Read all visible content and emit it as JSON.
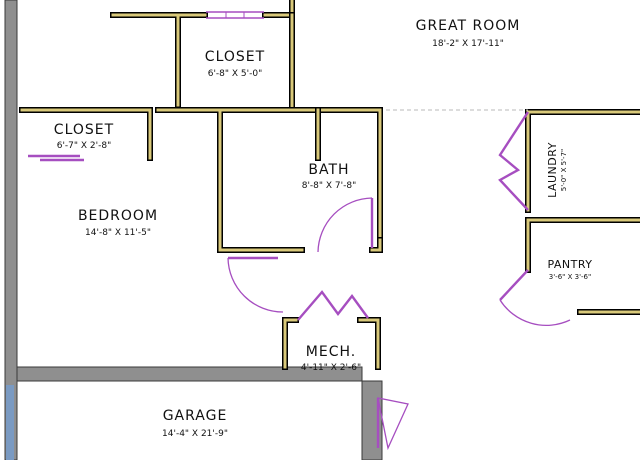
{
  "rooms": {
    "great_room": {
      "name": "GREAT ROOM",
      "dims": "18'-2\" X 17'-11\""
    },
    "closet_upper": {
      "name": "CLOSET",
      "dims": "6'-8\" X 5'-0\""
    },
    "closet_left": {
      "name": "CLOSET",
      "dims": "6'-7\" X 2'-8\""
    },
    "bath": {
      "name": "BATH",
      "dims": "8'-8\" X 7'-8\""
    },
    "bedroom": {
      "name": "BEDROOM",
      "dims": "14'-8\" X 11'-5\""
    },
    "laundry": {
      "name": "LAUNDRY",
      "dims": "5'-0\" X 5'-7\""
    },
    "pantry": {
      "name": "PANTRY",
      "dims": "3'-6\" X 3'-6\""
    },
    "mech": {
      "name": "MECH.",
      "dims": "4'-11\" X 2'-6\""
    },
    "garage": {
      "name": "GARAGE",
      "dims": "14'-4\" X 21'-9\""
    }
  },
  "colors": {
    "wall": "#000000",
    "wall_fill": "#d9c97a",
    "door": "#a64ec0",
    "exterior": "#8f8f8f"
  }
}
